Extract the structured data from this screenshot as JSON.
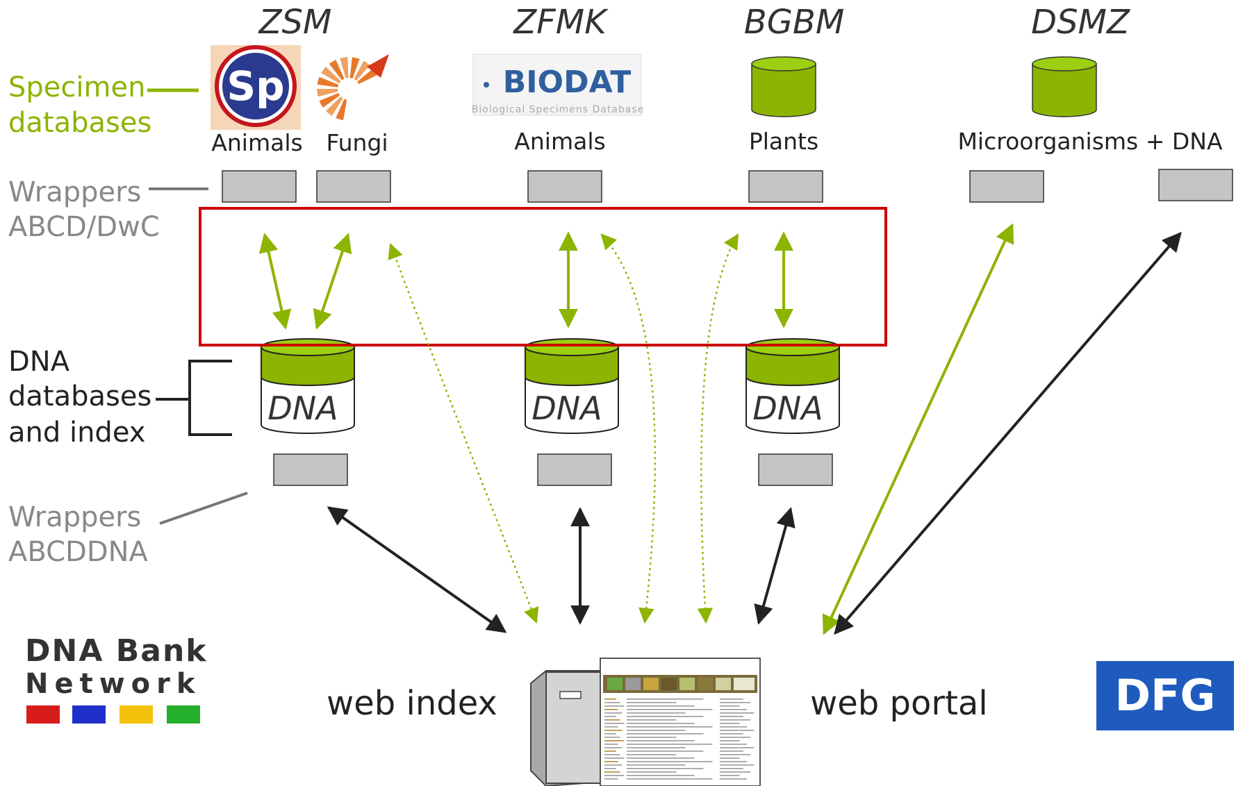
{
  "institutions": [
    "ZSM",
    "ZFMK",
    "BGBM",
    "DSMZ"
  ],
  "collections": {
    "zsm_animals": "Animals",
    "zsm_fungi": "Fungi",
    "zfmk_animals": "Animals",
    "bgbm_plants": "Plants",
    "dsmz": "Microorganisms + DNA"
  },
  "logos": {
    "sp": "Sp",
    "biodat_title": "BIODAT",
    "biodat_sub": "Biological Specimens Database",
    "dfg": "DFG",
    "dna_bank_line1": "DNA Bank",
    "dna_bank_line2": "Network"
  },
  "side_labels": {
    "specimen": [
      "Specimen",
      "databases"
    ],
    "wrappers_abcd": [
      "Wrappers",
      "ABCD/DwC"
    ],
    "dna_db": [
      "DNA",
      "databases",
      "and index"
    ],
    "wrappers_abcddna": [
      "Wrappers",
      "ABCDDNA"
    ]
  },
  "dna_label": "DNA",
  "bottom": {
    "web_index": "web index",
    "web_portal": "web portal"
  },
  "colors": {
    "accent_green": "#8cb400",
    "frame_red": "#cc0000",
    "arrow_dark": "#222222",
    "wrapper_grey": "#c4c4c4",
    "dfg_blue": "#1f5bbf"
  }
}
